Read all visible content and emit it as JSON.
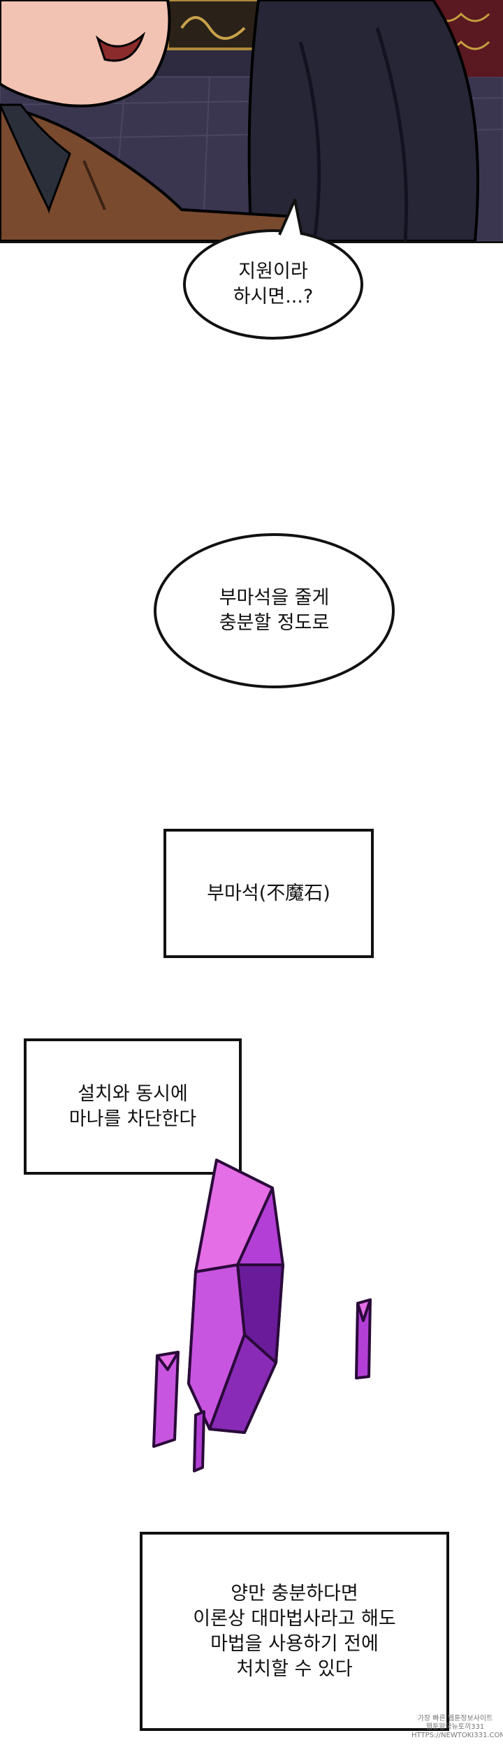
{
  "bubbles": {
    "support_question": "지원이라\n하시면...?",
    "magic_stone_offer": "부마석을 줄게\n충분할 정도로"
  },
  "captions": {
    "item_name": "부마석(不魔石)",
    "item_effect": "설치와 동시에\n마나를 차단한다",
    "item_usage": "양만 충분하다면\n이론상 대마법사라고 해도\n마법을 사용하기 전에\n처치할 수 있다"
  },
  "watermark": {
    "text": "가장 빠른 웹툰정보사이트\n웹툰왕국뉴토끼331\nHTTPS://NEWTOKI331.COM"
  },
  "colors": {
    "crystal_light": "#e46ee6",
    "crystal_mid": "#b33fd6",
    "crystal_dark": "#6a1b9a",
    "robe_brown": "#7a4a2e",
    "cloak_dark": "#262636"
  }
}
